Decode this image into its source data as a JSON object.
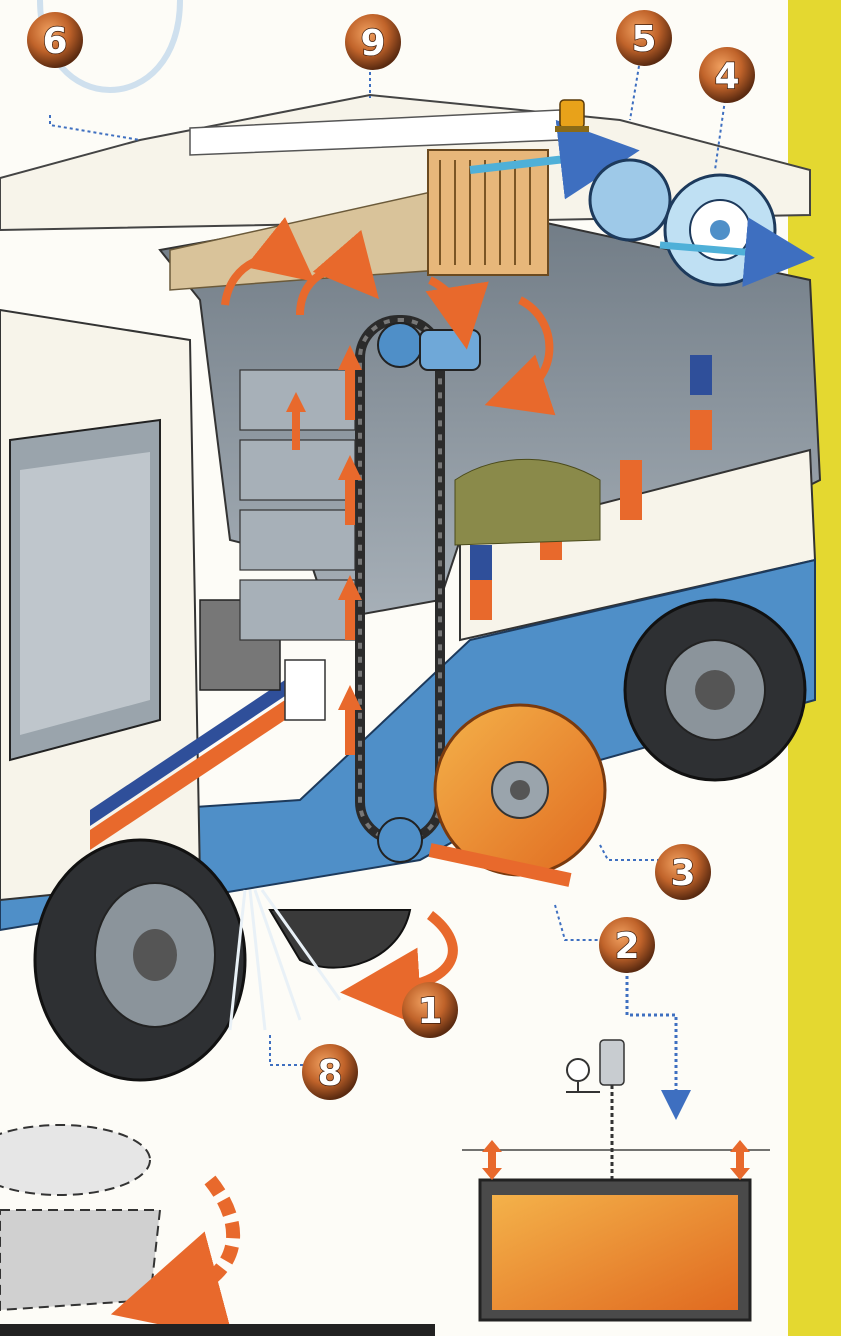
{
  "callouts": [
    {
      "id": "1",
      "label": "1"
    },
    {
      "id": "2",
      "label": "2"
    },
    {
      "id": "3",
      "label": "3"
    },
    {
      "id": "4",
      "label": "4"
    },
    {
      "id": "5",
      "label": "5"
    },
    {
      "id": "6",
      "label": "6"
    },
    {
      "id": "8",
      "label": "8"
    },
    {
      "id": "9",
      "label": "9"
    }
  ],
  "colors": {
    "body_white": "#f7f4ea",
    "hopper_grey": "#8c97a0",
    "blue_trim": "#4f8fc8",
    "orange_accent": "#e8692c",
    "debris_tan": "#d9c39a",
    "tire_dark": "#2e3033",
    "side_bar_yellow": "#e4d830",
    "callout_badge": "#c0632a",
    "leader_blue": "#3e6fc0"
  },
  "icons": [
    "elevator-chain-icon",
    "filter-cartridge-icon",
    "suction-fan-icon",
    "beacon-light-icon",
    "roller-brush-icon",
    "side-brush-icon",
    "water-spray-icon",
    "pressure-gauge-icon",
    "flow-arrow-icon"
  ]
}
